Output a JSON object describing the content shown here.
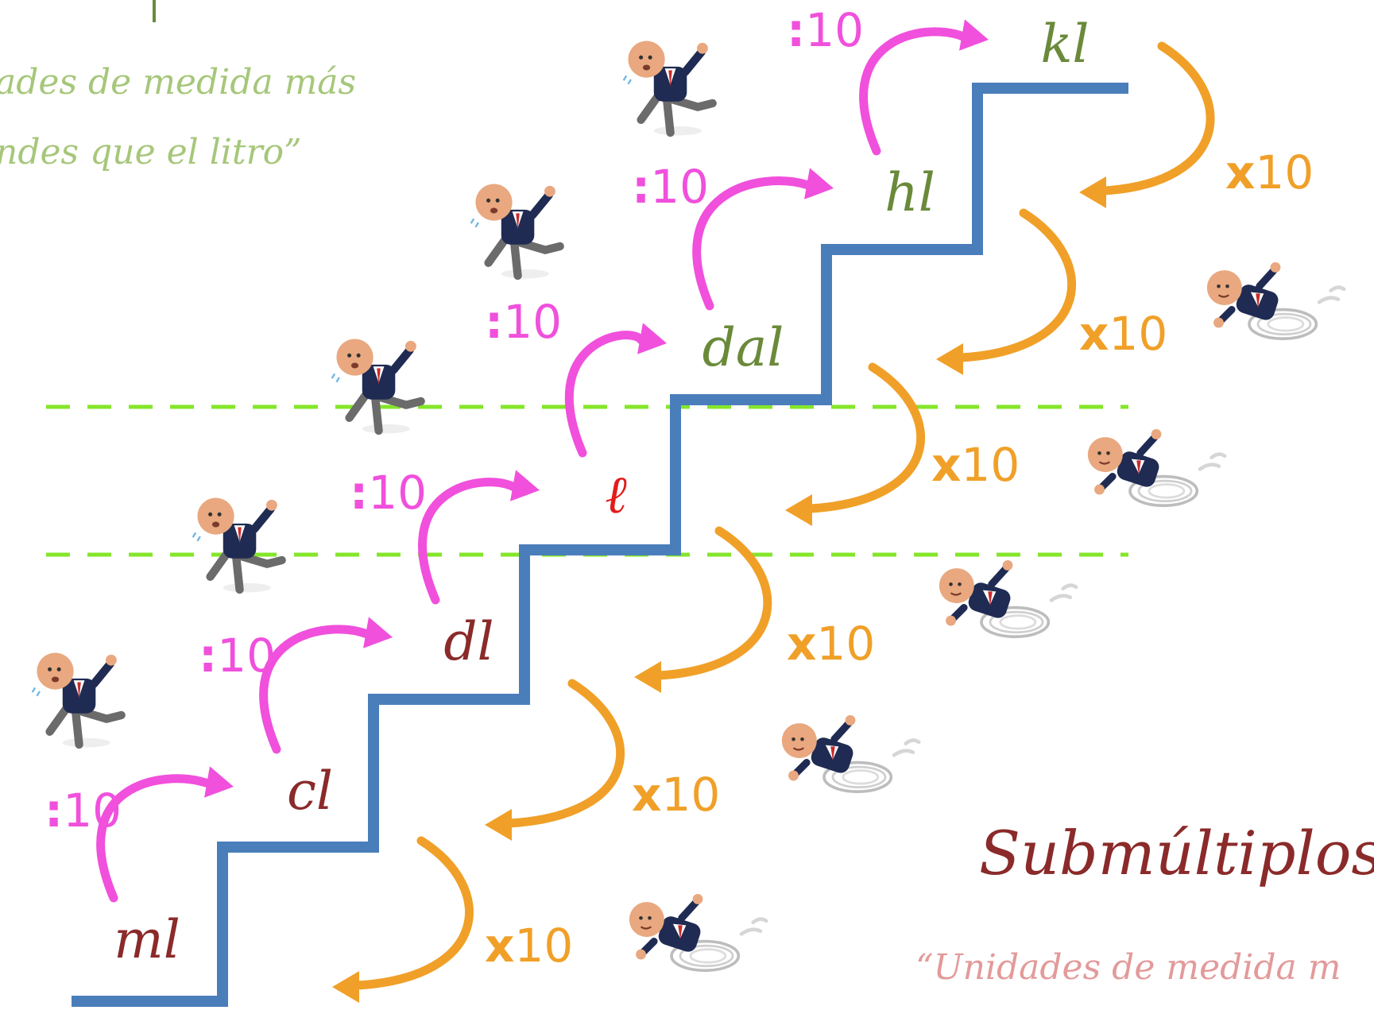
{
  "units": [
    {
      "symbol": "ml",
      "color": "#8b2a2a"
    },
    {
      "symbol": "cl",
      "color": "#8b2a2a"
    },
    {
      "symbol": "dl",
      "color": "#8b2a2a"
    },
    {
      "symbol": "ℓ",
      "color": "#e41b1b"
    },
    {
      "symbol": "dal",
      "color": "#6a8a3a"
    },
    {
      "symbol": "hl",
      "color": "#6a8a3a"
    },
    {
      "symbol": "kl",
      "color": "#6a8a3a"
    }
  ],
  "divide_label": {
    "sign": ":",
    "number": "10"
  },
  "multiply_label": {
    "sign": "x",
    "number": "10"
  },
  "captions": {
    "multiples_line1": "ades de medida más",
    "multiples_line2": "ndes que el litro”",
    "submultiples_title": "Submúltiplos",
    "submultiples_subtitle": "“Unidades de medida m"
  },
  "colors": {
    "stairs": "#4a7ebb",
    "divide_arrow": "#f050dc",
    "multiply_arrow": "#f0a028",
    "dashed_line": "#84e62a",
    "multiples_caption": "#a6c77a",
    "submultiples_title": "#8b2a2a",
    "submultiples_subtitle": "#e39a9a"
  },
  "icons": {
    "climbing_character": "climbing-avatar-icon",
    "sliding_character": "sliding-avatar-icon"
  }
}
